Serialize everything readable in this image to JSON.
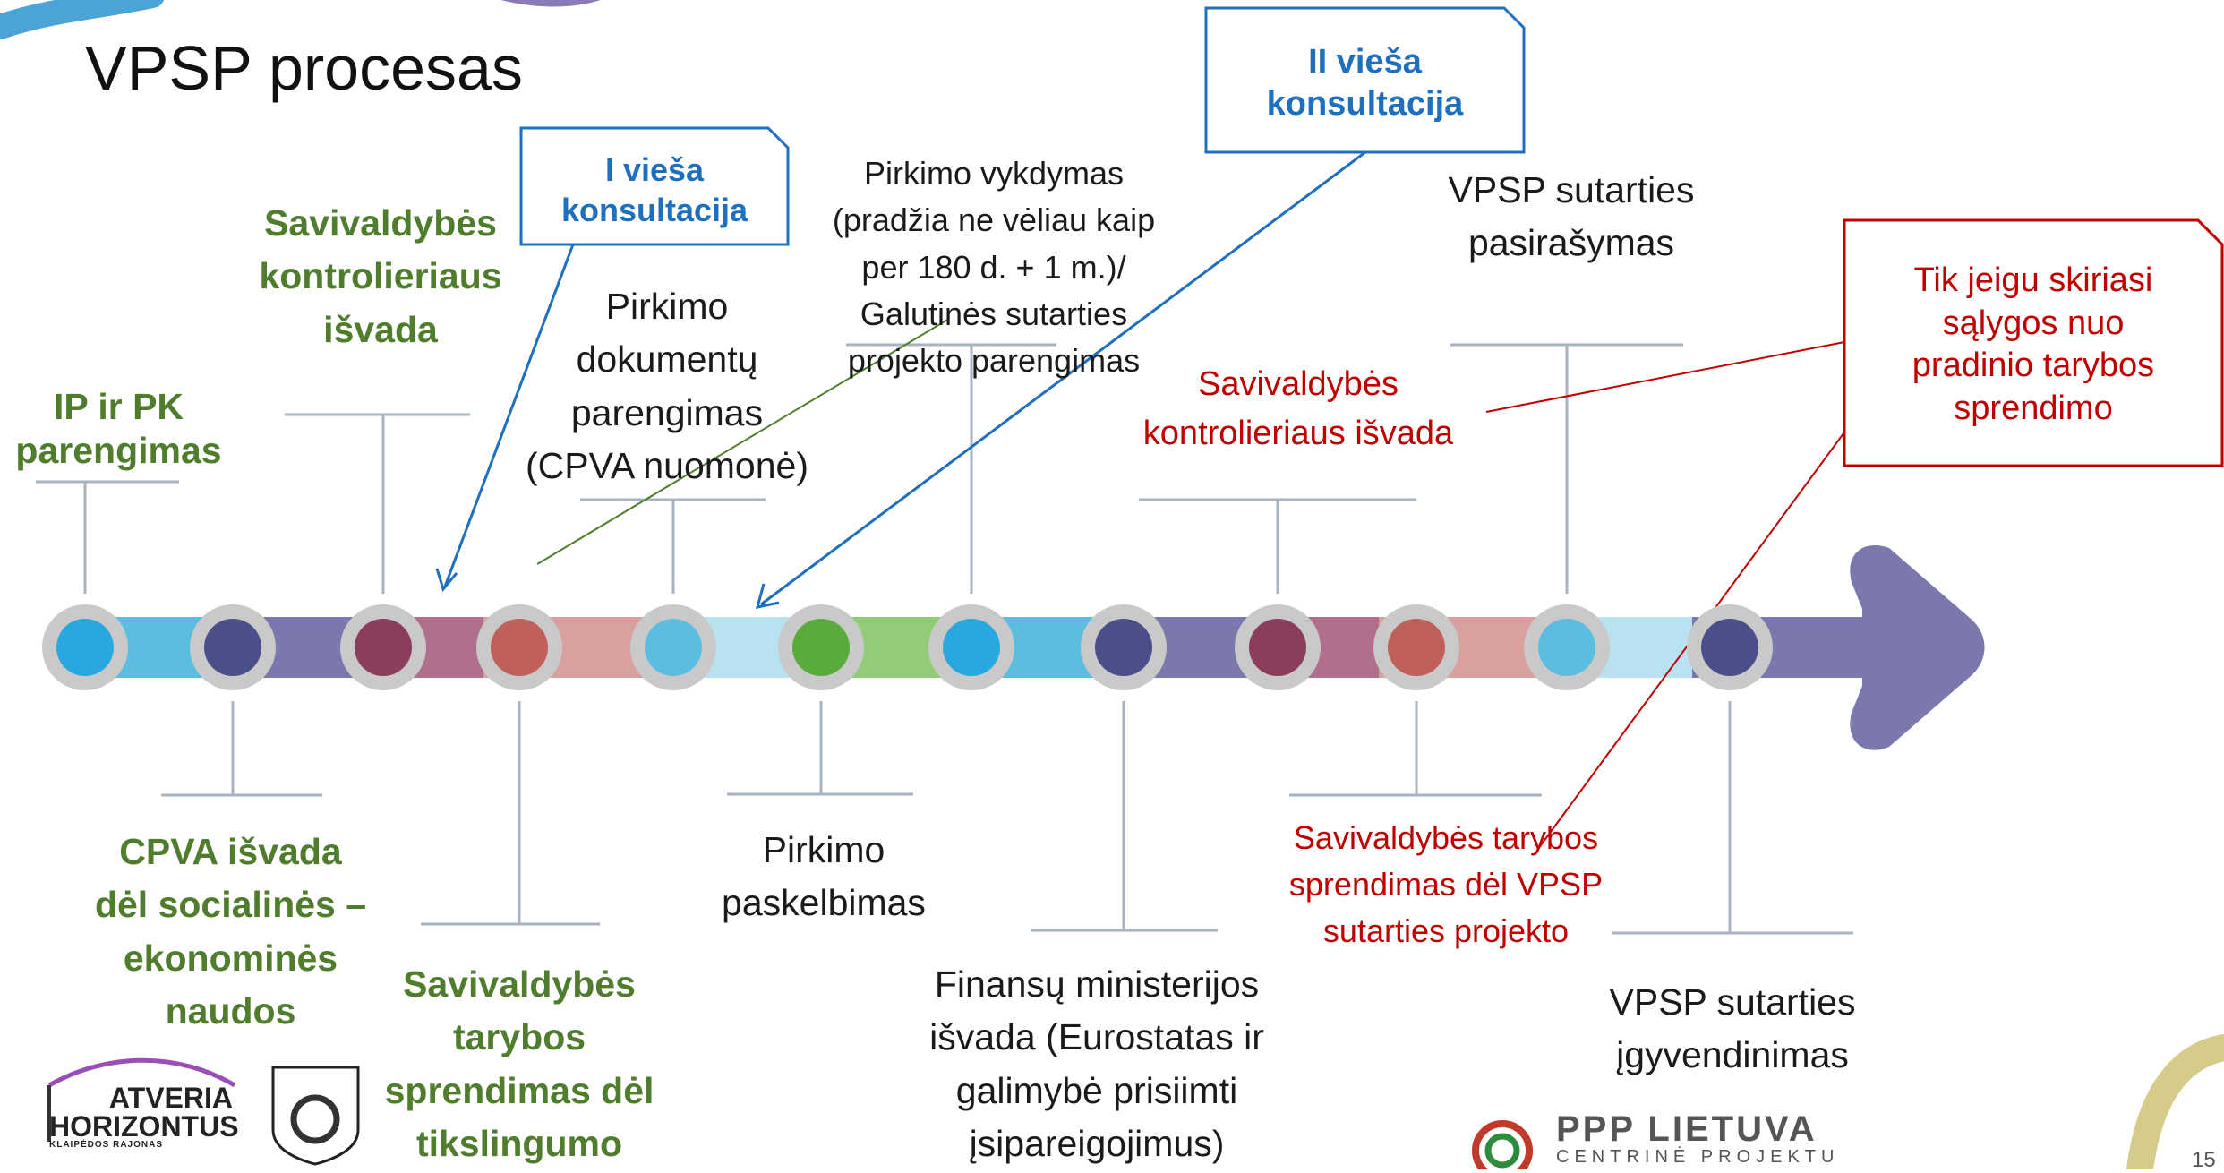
{
  "slide": {
    "title": "VPSP procesas",
    "page_number": "15"
  },
  "callouts": {
    "first": "I viešа\nkonsultacija",
    "second": "II viešа\nkonsultacija",
    "condition": "Tik jeigu skiriasi\nsąlygos nuo\npradinio tarybos\nsprendimo"
  },
  "steps": [
    {
      "label": "IP ir PK\nparengimas",
      "color": "#29a8e0"
    },
    {
      "label": "CPVA išvada\ndėl socialinės –\nekonominės\nnaudos",
      "color": "#4a4f8a"
    },
    {
      "label": "Savivaldybės\nkontrolieriaus\nišvada",
      "color": "#8c3c5c"
    },
    {
      "label": "Savivaldybės\ntarybos\nsprendimas dėl\ntikslingumo",
      "color": "#c0605a"
    },
    {
      "label": "Pirkimo\ndokumentų\nparengimas\n(CPVA nuomonė)",
      "color": "#5bbde0"
    },
    {
      "label": "Pirkimo\npaskelbimas",
      "color": "#5aab3c"
    },
    {
      "label": "Pirkimo vykdymas\n(pradžia ne vėliau kaip\nper 180 d. + 1 m.)/\nGalutinės sutarties\nprojekto parengimas",
      "color": "#29a8e0"
    },
    {
      "label": "Finansų ministerijos\nišvada (Eurostatas ir\ngalimybė prisiimti\nįsipareigojimus)",
      "color": "#4a4f8a"
    },
    {
      "label": "Savivaldybės\nkontrolieriaus išvada",
      "color": "#8c3c5c"
    },
    {
      "label": "Savivaldybės tarybos\nsprendimas dėl VPSP\nsutarties projekto",
      "color": "#c0605a"
    },
    {
      "label": "VPSP sutarties\npasirašymas",
      "color": "#5bbde0"
    },
    {
      "label": "VPSP sutarties\nįgyvendinimas",
      "color": "#4a4f8a"
    }
  ],
  "logos": {
    "left_logo_line1": "ATVERIA",
    "left_logo_line2": "HORIZONTUS",
    "left_logo_sub": "KLAIPĖDOS RAJONAS",
    "ppp_title": "PPP LIETUVA",
    "ppp_sub": "CENTRINĖ PROJEKTU"
  },
  "colors": {
    "green_text": "#4f7d2d",
    "red_text": "#c00000",
    "blue_callout": "#1f6fbf",
    "arrow": "#7b78ad"
  }
}
